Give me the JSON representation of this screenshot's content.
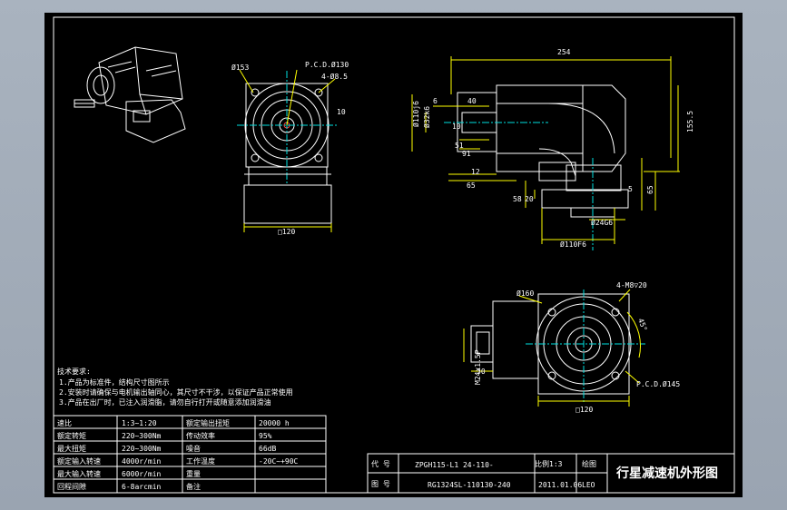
{
  "drawing": {
    "front_dims": {
      "d1": "Ø153",
      "pcd": "P.C.D.Ø130",
      "holes": "4-Ø8.5",
      "side": "10",
      "base": "□120"
    },
    "side_dims": {
      "total_len": "254",
      "dia": "Ø110j6",
      "shaft": "Ø32k6",
      "k40": "40",
      "k6": "6",
      "k10": "10",
      "k51": "51",
      "k91": "91",
      "k12": "12",
      "k65": "65",
      "k58": "58",
      "k20": "20",
      "k155": "155.5",
      "k65b": "65",
      "bore": "Ø24G6",
      "flange": "Ø110F6",
      "k5": "5"
    },
    "bottom_dims": {
      "d160": "Ø160",
      "tap": "4-M8▽20",
      "k45": "45°",
      "pcd145": "P.C.D.Ø145",
      "m24": "M24x1.5P",
      "k30": "30",
      "base": "□120"
    }
  },
  "notes": {
    "heading": "技术要求:",
    "lines": [
      "1.产品为标准件，结构尺寸图所示",
      "2.安装时请确保与电机输出轴同心，其尺寸不干涉，以保证产品正常使用",
      "3.产品在出厂时，已注入润滑脂，请勿自行打开或随意添加润滑油"
    ]
  },
  "spec_table": {
    "rows": [
      [
        "速比",
        "1:3~1:20",
        "额定输出扭矩",
        "20000 h"
      ],
      [
        "额定转矩",
        "220~300Nm",
        "传动效率",
        "95%"
      ],
      [
        "最大扭矩",
        "220~300Nm",
        "噪音",
        "66dB"
      ],
      [
        "额定输入转速",
        "4000r/min",
        "工作温度",
        "-20C~+90C"
      ],
      [
        "最大输入转速",
        "6000r/min",
        "重量",
        ""
      ],
      [
        "回程间隙",
        "6-8arcmin",
        "备注",
        ""
      ]
    ]
  },
  "title_block": {
    "label_code": "代 号",
    "label_drawing": "图 号",
    "model1": "ZPGH115-L1 24-110-",
    "model2": "RG1324SL-110130-240",
    "scale_label": "比例1:3",
    "date": "2011.01.06",
    "drawn_label": "绘图",
    "author": "LEO",
    "title": "行星减速机外形图"
  }
}
